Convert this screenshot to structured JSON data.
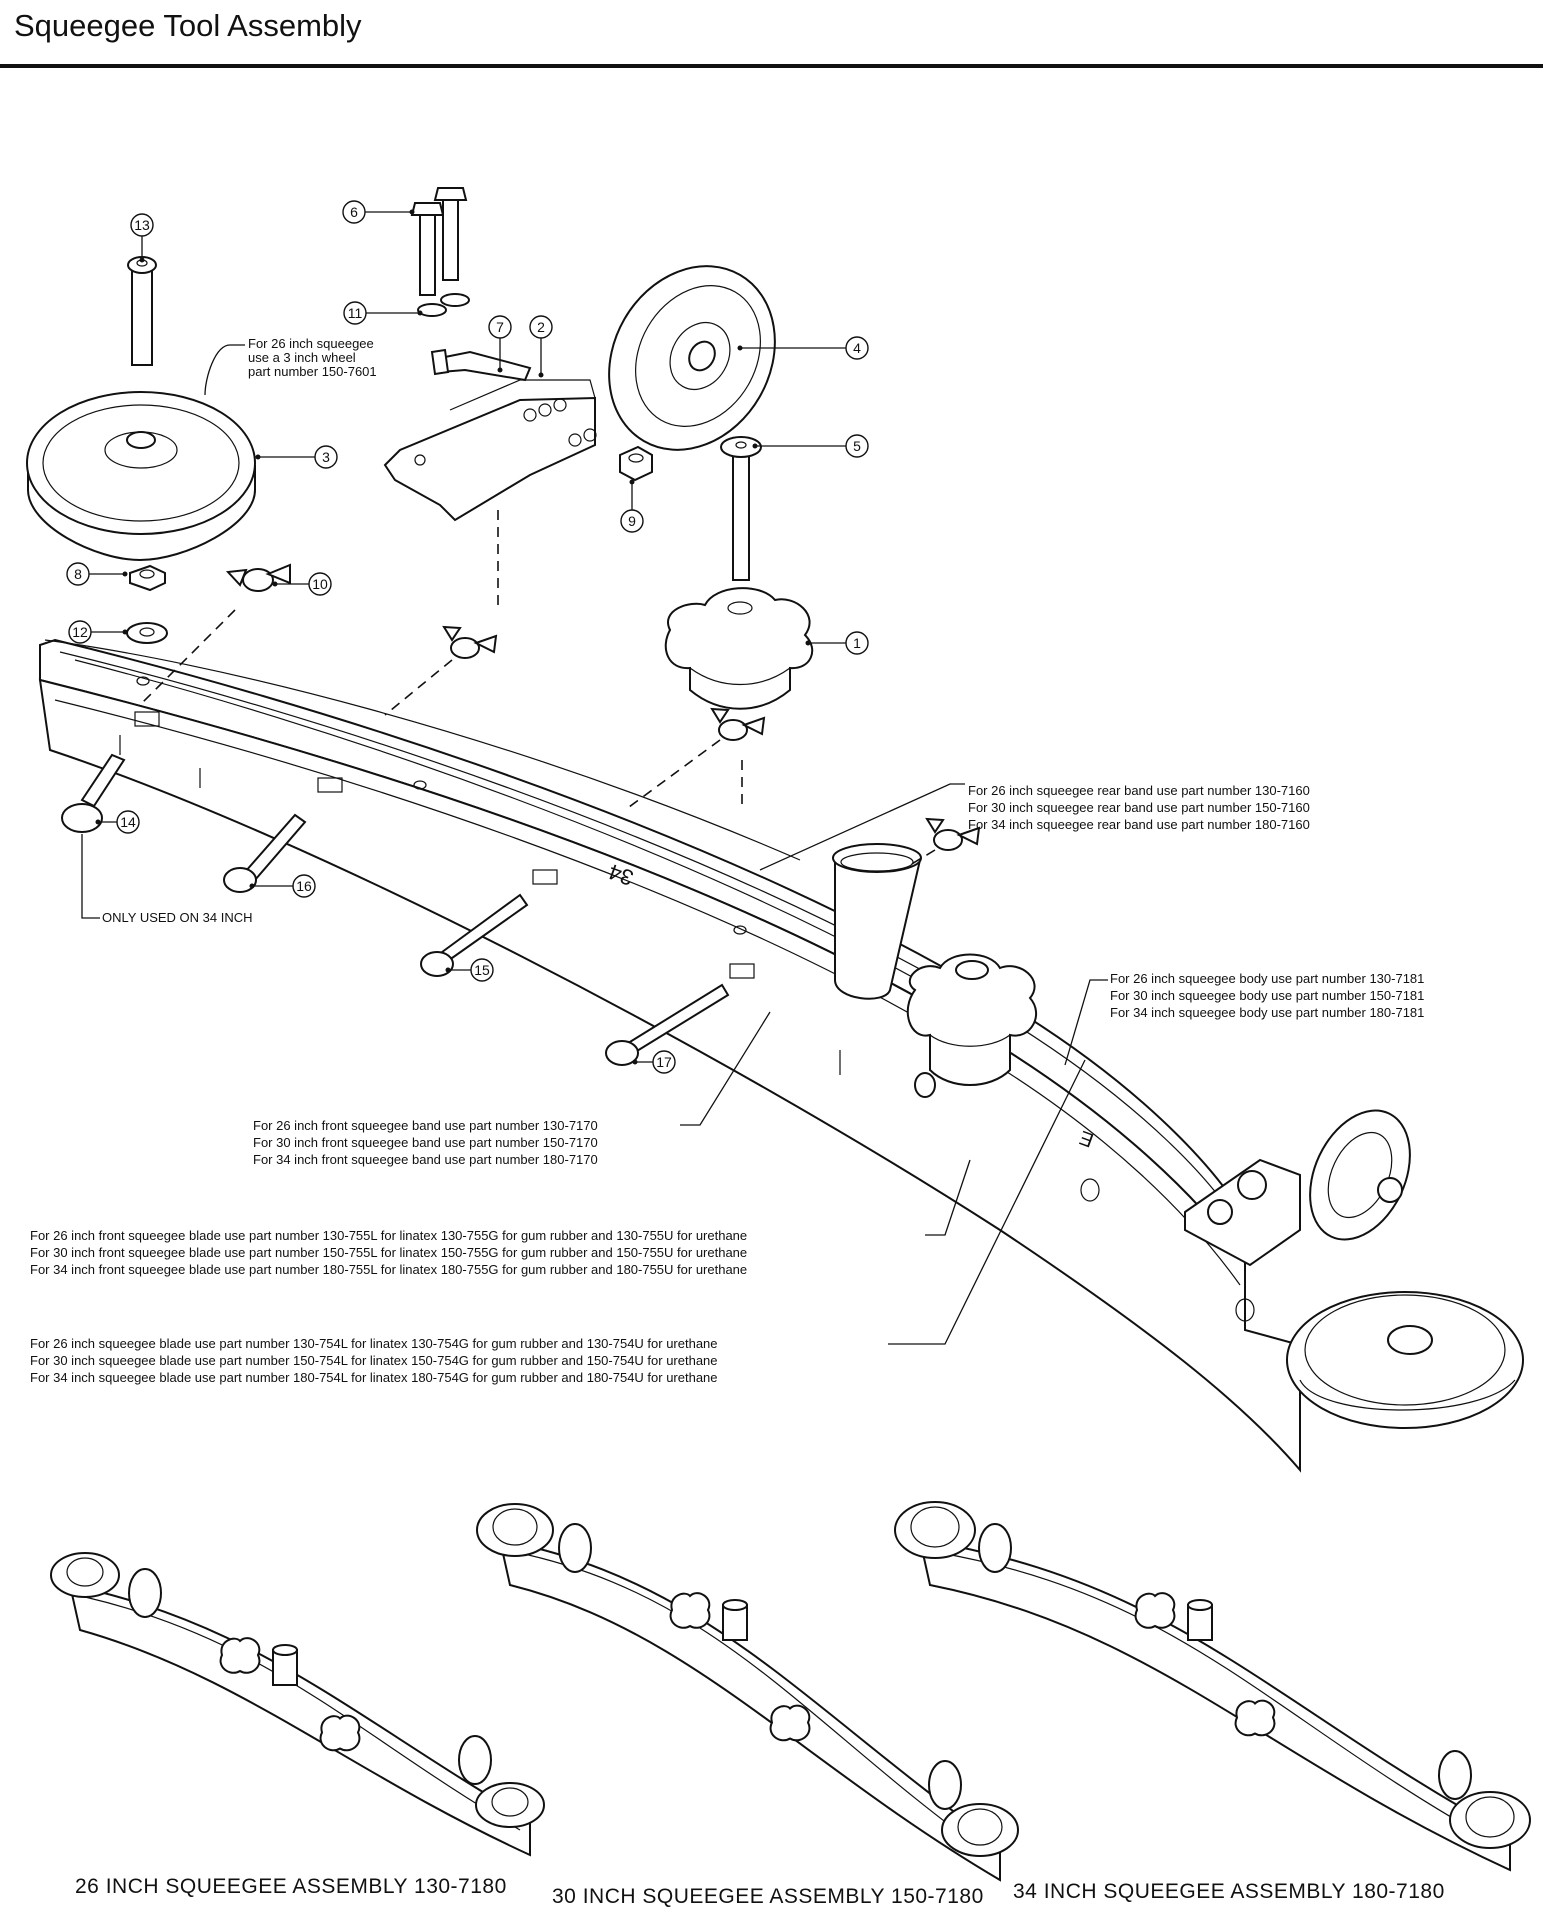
{
  "header": {
    "title": "Squeegee Tool Assembly"
  },
  "callouts": [
    "1",
    "2",
    "3",
    "4",
    "5",
    "6",
    "7",
    "8",
    "9",
    "10",
    "11",
    "12",
    "13",
    "14",
    "15",
    "16",
    "17"
  ],
  "notes": {
    "wheel": [
      "For 26 inch squeegee",
      "use a 3 inch wheel",
      "part number 150-7601"
    ],
    "only34": "ONLY USED ON 34 INCH",
    "rear_band": [
      "For 26 inch squeegee rear band use part number 130-7160",
      "For 30 inch squeegee rear band use part number 150-7160",
      "For 34 inch squeegee rear band use part number 180-7160"
    ],
    "body": [
      "For 26 inch squeegee body use part number 130-7181",
      "For 30 inch squeegee body use part number 150-7181",
      "For 34 inch squeegee body use part number 180-7181"
    ],
    "front_band": [
      "For 26 inch front squeegee band use part number 130-7170",
      "For 30 inch front squeegee band use part number 150-7170",
      "For 34 inch front squeegee band use part number 180-7170"
    ],
    "front_blade": [
      "For 26 inch front squeegee blade use part number 130-755L for linatex 130-755G for gum rubber and 130-755U for urethane",
      "For 30 inch front squeegee blade use part number 150-755L for linatex 150-755G for gum rubber and 150-755U for urethane",
      "For 34 inch front squeegee blade use part number 180-755L for linatex 180-755G for gum rubber and 180-755U for urethane"
    ],
    "blade": [
      "For 26 inch squeegee blade use part number 130-754L for linatex 130-754G for gum rubber and 130-754U for urethane",
      "For 30 inch squeegee blade use part number 150-754L for linatex 150-754G for gum rubber and 150-754U for urethane",
      "For 34 inch squeegee blade use part number 180-754L for linatex 180-754G for gum rubber and 180-754U for urethane"
    ]
  },
  "body_marks": {
    "center": "34",
    "right": "E"
  },
  "assemblies": [
    {
      "caption": "26 INCH SQUEEGEE ASSEMBLY 130-7180"
    },
    {
      "caption": "30 INCH SQUEEGEE ASSEMBLY 150-7180"
    },
    {
      "caption": "34 INCH SQUEEGEE ASSEMBLY 180-7180"
    }
  ]
}
